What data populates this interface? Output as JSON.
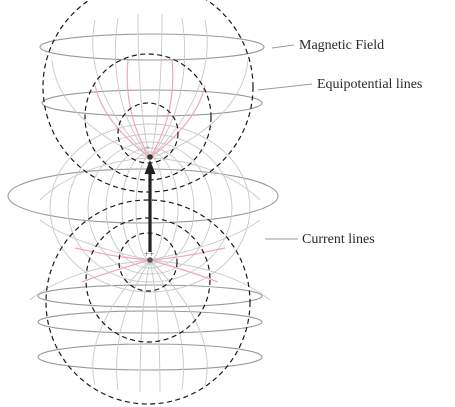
{
  "labels": {
    "magnetic_field": "Magnetic Field",
    "equipotential_lines": "Equipotential lines",
    "current_lines": "Current lines"
  },
  "poles": {
    "top_symbol": "−",
    "bottom_symbol": "++"
  },
  "colors": {
    "dashed_circle": "#1a1a1a",
    "field_ellipse": "#9a9a9a",
    "current_line": "#c8c8c8",
    "current_line_pink": "#f0a8b4",
    "dipole": "#222222",
    "label_text": "#2a2a2a"
  }
}
